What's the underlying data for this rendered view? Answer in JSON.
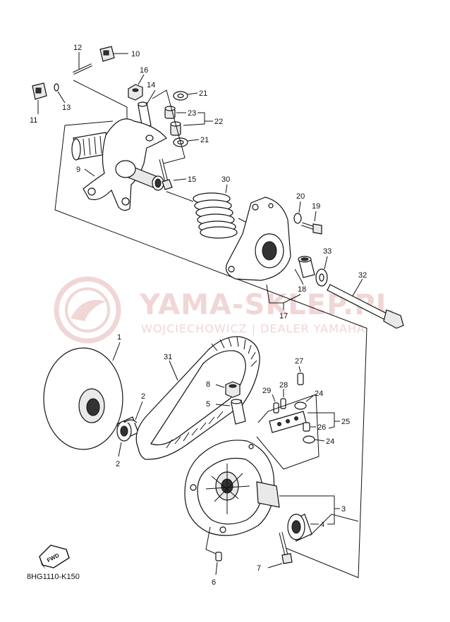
{
  "watermark": {
    "brand": "YAMA-SKLEP.PL",
    "dealer": "WOJCIECHOWICZ | DEALER YAMAHA",
    "color": "#f1d6d6"
  },
  "diagram_code": "8HG1110-K150",
  "fwd_label": "FWD",
  "callouts": {
    "c1": "1",
    "c2a": "2",
    "c2b": "2",
    "c3": "3",
    "c4": "4",
    "c5": "5",
    "c6": "6",
    "c7": "7",
    "c8": "8",
    "c9": "9",
    "c10": "10",
    "c11": "11",
    "c12": "12",
    "c13": "13",
    "c14": "14",
    "c15": "15",
    "c16": "16",
    "c17": "17",
    "c18": "18",
    "c19": "19",
    "c20": "20",
    "c21a": "21",
    "c21b": "21",
    "c22": "22",
    "c23": "23",
    "c24a": "24",
    "c24b": "24",
    "c25": "25",
    "c26": "26",
    "c27": "27",
    "c28": "28",
    "c29": "29",
    "c30": "30",
    "c31": "31",
    "c32": "32",
    "c33": "33"
  }
}
